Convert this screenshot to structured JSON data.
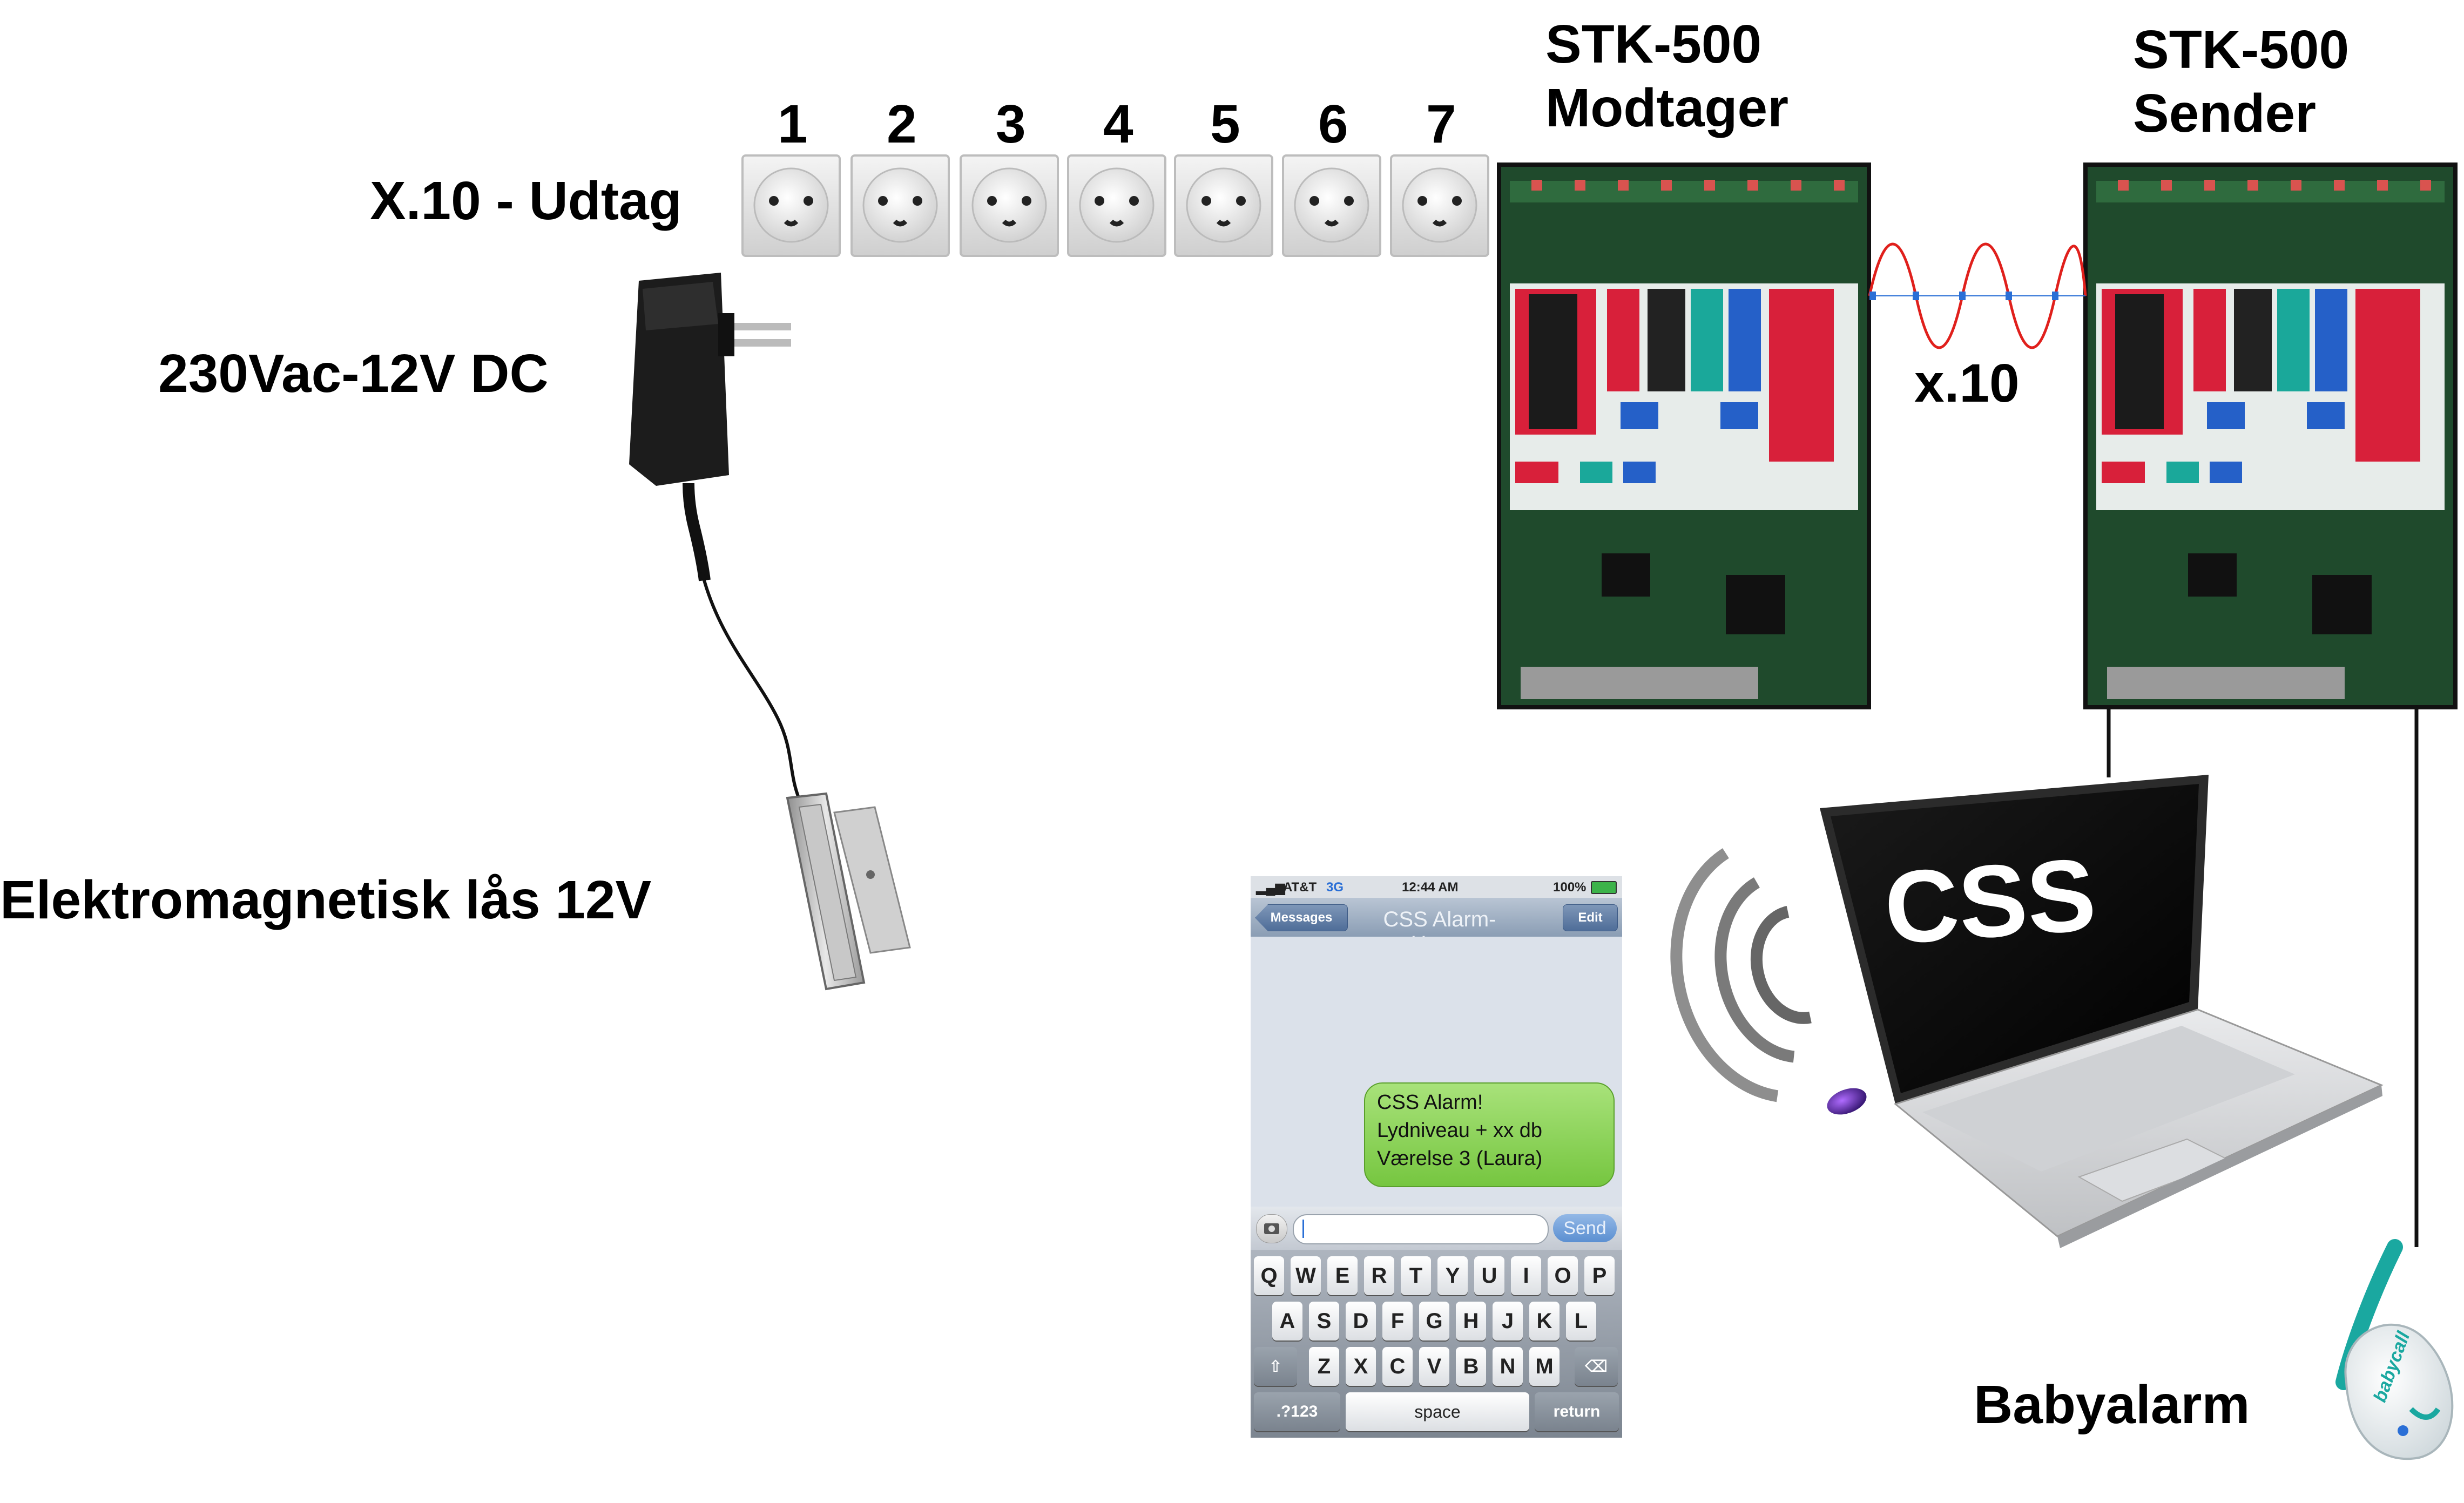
{
  "labels": {
    "outlets_title": "X.10 - Udtag",
    "adapter": "230Vac-12V DC",
    "lock": "Elektromagnetisk lås 12V",
    "receiver_line1": "STK-500",
    "receiver_line2": "Modtager",
    "sender_line1": "STK-500",
    "sender_line2": "Sender",
    "x10_signal": "x.10",
    "laptop_screen": "CSS",
    "babyalarm": "Babyalarm",
    "babycall_brand": "babycall"
  },
  "outlets": [
    "1",
    "2",
    "3",
    "4",
    "5",
    "6",
    "7"
  ],
  "phone": {
    "carrier": "AT&T",
    "network": "3G",
    "time": "12:44 AM",
    "battery": "100%",
    "back_button": "Messages",
    "title": "CSS Alarm-Home",
    "edit_button": "Edit",
    "message_lines": [
      "CSS Alarm!",
      "Lydniveau + xx db",
      "Værelse 3 (Laura)"
    ],
    "send_button": "Send",
    "keyboard": {
      "row1": [
        "Q",
        "W",
        "E",
        "R",
        "T",
        "Y",
        "U",
        "I",
        "O",
        "P"
      ],
      "row2": [
        "A",
        "S",
        "D",
        "F",
        "G",
        "H",
        "J",
        "K",
        "L"
      ],
      "row3": [
        "Z",
        "X",
        "C",
        "V",
        "B",
        "N",
        "M"
      ],
      "numbers_key": ".?123",
      "space_key": "space",
      "return_key": "return",
      "shift_icon": "shift-arrow-icon",
      "backspace_icon": "backspace-icon",
      "camera_icon": "camera-icon"
    }
  },
  "colors": {
    "signal_wave": "#e0201c",
    "signal_markers": "#2a6fd6",
    "pcb_green": "#1f4a2c",
    "socket_red": "#d8203a",
    "socket_teal": "#1aa89a",
    "socket_blue": "#2560c8",
    "bubble_green": "#7cc84a",
    "babycall_teal": "#1aa8a0",
    "wifi_purple": "#5a2ca0"
  }
}
